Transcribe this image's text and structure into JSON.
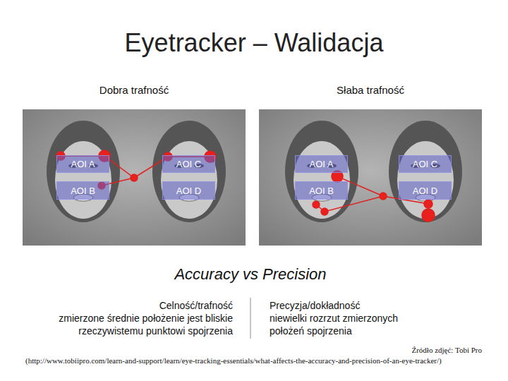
{
  "diagram": {
    "title": "Eyetracker – Walidacja",
    "nodes": [
      {
        "text": [
          "Dobra trafność"
        ]
      },
      {
        "text": [
          "AOI A"
        ],
        "in": 0
      },
      {
        "text": [
          "AOI C"
        ],
        "in": 0
      },
      {
        "text": [
          "AOI B"
        ],
        "in": 0
      },
      {
        "text": [
          "AOI D"
        ],
        "in": 0
      },
      {
        "text": [
          "Słaba trafność"
        ]
      },
      {
        "text": [
          "AOI A"
        ],
        "in": 5
      },
      {
        "text": [
          "AOI C"
        ],
        "in": 5
      },
      {
        "text": [
          "AOI B"
        ],
        "in": 5
      },
      {
        "text": [
          "AOI D"
        ],
        "in": 5
      }
    ],
    "labels": [
      "Accuracy vs Precision",
      "Celność/trafność",
      "zmierzone średnie położenie jest bliskie rzeczywistemu punktowi spojrzenia",
      "Precyzja/dokładność",
      "niewielki rozrzut zmierzonych położeń spojrzenia",
      "Źródło zdjęć: Tobi Pro",
      "(http://www.tobiipro.com/learn-and-support/learn/eye-tracking-essentials/what-affects-the-accuracy-and-precision-of-an-eye-tracker/)"
    ]
  }
}
